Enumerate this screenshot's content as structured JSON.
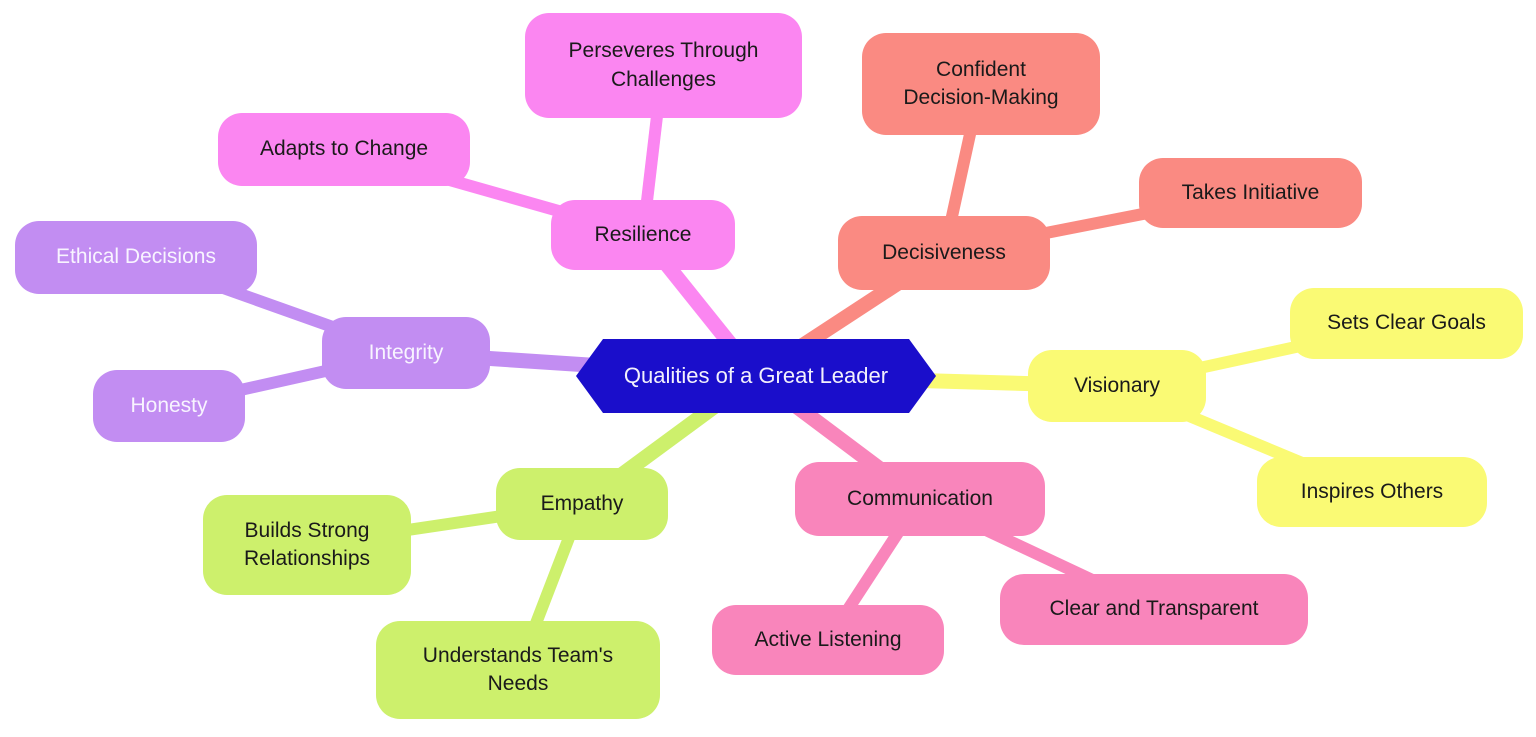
{
  "mindmap": {
    "center": {
      "label": "Qualities of a Great Leader",
      "bg": "#1a0ecb",
      "text_color": "#f2f0fc"
    },
    "branches": [
      {
        "label": "Resilience",
        "color": "#fb86f1",
        "text_color": "#1a1a1a",
        "children": [
          {
            "label": "Perseveres Through\nChallenges"
          },
          {
            "label": "Adapts to Change"
          }
        ]
      },
      {
        "label": "Decisiveness",
        "color": "#fa8a82",
        "text_color": "#1a1a1a",
        "children": [
          {
            "label": "Confident\nDecision-Making"
          },
          {
            "label": "Takes Initiative"
          }
        ]
      },
      {
        "label": "Visionary",
        "color": "#fafa74",
        "text_color": "#1a1a1a",
        "children": [
          {
            "label": "Sets Clear Goals"
          },
          {
            "label": "Inspires Others"
          }
        ]
      },
      {
        "label": "Communication",
        "color": "#f985bb",
        "text_color": "#1a1a1a",
        "children": [
          {
            "label": "Clear and Transparent"
          },
          {
            "label": "Active Listening"
          }
        ]
      },
      {
        "label": "Empathy",
        "color": "#cdf06c",
        "text_color": "#1a1a1a",
        "children": [
          {
            "label": "Builds Strong\nRelationships"
          },
          {
            "label": "Understands Team's\nNeeds"
          }
        ]
      },
      {
        "label": "Integrity",
        "color": "#c28df2",
        "text_color": "#f8f4ff",
        "children": [
          {
            "label": "Ethical Decisions"
          },
          {
            "label": "Honesty"
          }
        ]
      }
    ]
  }
}
